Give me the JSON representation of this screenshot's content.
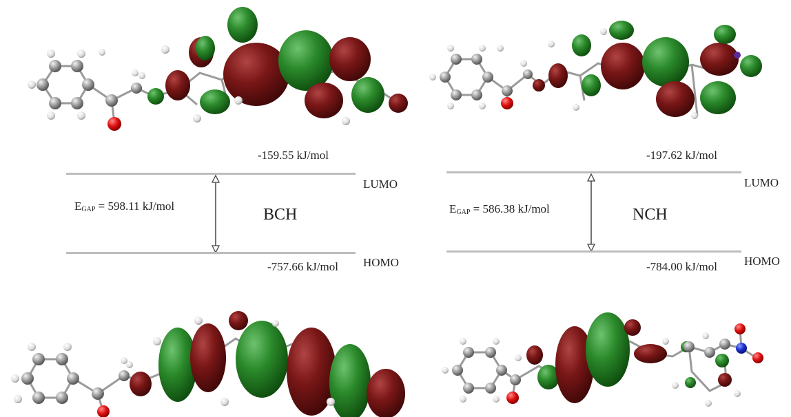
{
  "panels": [
    {
      "id": "bch",
      "compound_label": "BCH",
      "lumo_energy": "-159.55 kJ/mol",
      "homo_energy": "-757.66 kJ/mol",
      "gap_symbol": "E",
      "gap_subscript": "GAP",
      "gap_value": " = 598.11 kJ/mol",
      "lumo_label": "LUMO",
      "homo_label": "HOMO"
    },
    {
      "id": "nch",
      "compound_label": "NCH",
      "lumo_energy": "-197.62 kJ/mol",
      "homo_energy": "-784.00 kJ/mol",
      "gap_symbol": "E",
      "gap_subscript": "GAP",
      "gap_value": " = 586.38 kJ/mol",
      "lumo_label": "LUMO",
      "homo_label": "HOMO"
    }
  ],
  "colors": {
    "lobe_positive": "#1f7a1f",
    "lobe_negative": "#7a1515",
    "atom_carbon": "#8c8c8c",
    "atom_hydrogen": "#e6e6e6",
    "atom_oxygen": "#e01010",
    "atom_nitrogen": "#1a2fd0",
    "level_line": "#bdbdbd"
  }
}
